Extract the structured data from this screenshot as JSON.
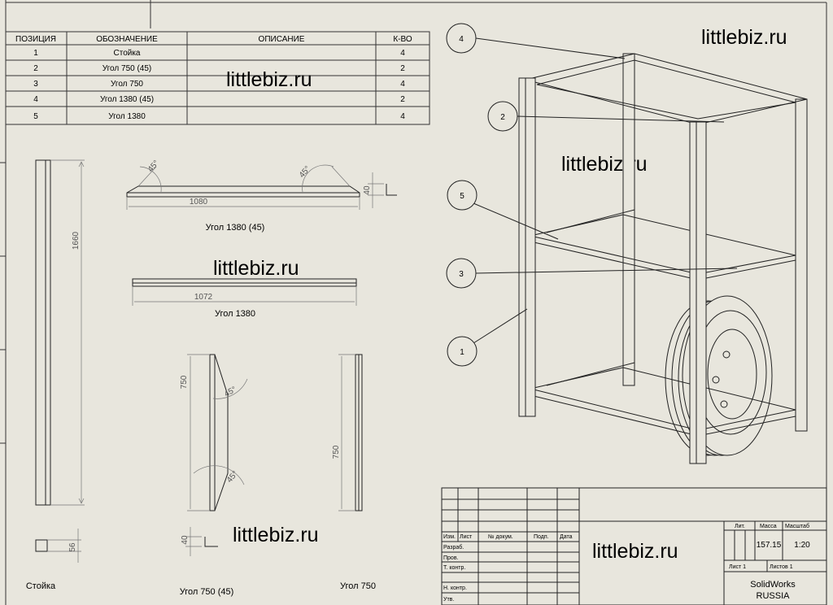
{
  "parts_table": {
    "headers": [
      "ПОЗИЦИЯ",
      "ОБОЗНАЧЕНИЕ",
      "ОПИСАНИЕ",
      "К-ВО"
    ],
    "rows": [
      {
        "pos": "1",
        "name": "Стойка",
        "desc": "",
        "qty": "4"
      },
      {
        "pos": "2",
        "name": "Угол 750 (45)",
        "desc": "",
        "qty": "2"
      },
      {
        "pos": "3",
        "name": "Угол 750",
        "desc": "",
        "qty": "4"
      },
      {
        "pos": "4",
        "name": "Угол 1380 (45)",
        "desc": "",
        "qty": "2"
      },
      {
        "pos": "5",
        "name": "Угол 1380",
        "desc": "",
        "qty": "4"
      }
    ]
  },
  "watermark": "littlebiz.ru",
  "details": {
    "stoika": {
      "caption": "Стойка",
      "length": "1660",
      "profile": "56"
    },
    "ugol1380_45": {
      "caption": "Угол 1380 (45)",
      "length": "1080",
      "angle": "45°",
      "profile": "40"
    },
    "ugol1380": {
      "caption": "Угол 1380",
      "length": "1072"
    },
    "ugol750_45": {
      "caption": "Угол 750 (45)",
      "length": "750",
      "angle": "45°",
      "profile": "40"
    },
    "ugol750": {
      "caption": "Угол 750",
      "length": "750"
    }
  },
  "balloons": [
    "4",
    "2",
    "5",
    "3",
    "1"
  ],
  "title_block": {
    "row_labels": [
      "Изм.",
      "Лист",
      "№ докум.",
      "Подп.",
      "Дата"
    ],
    "roles": [
      "Разраб.",
      "Пров.",
      "Т. контр.",
      "Н. контр.",
      "Утв."
    ],
    "lit_label": "Лит.",
    "mass_label": "Масса",
    "scale_label": "Масштаб",
    "mass": "157.15",
    "scale": "1:20",
    "sheet": "Лист 1",
    "sheets": "Листов 1",
    "software": "SolidWorks",
    "country": "RUSSIA"
  }
}
